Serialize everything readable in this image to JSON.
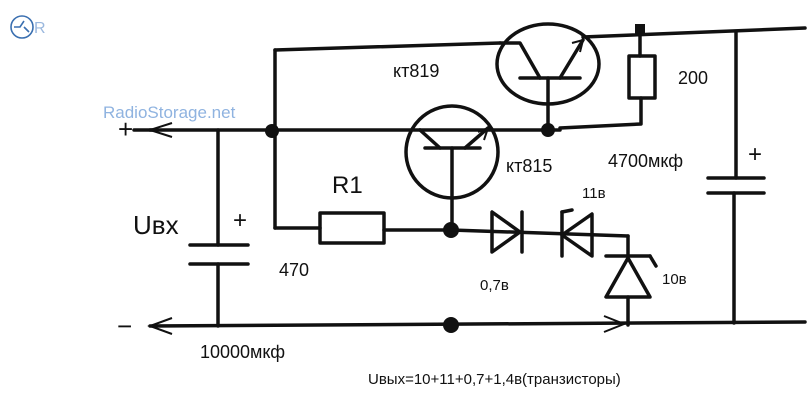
{
  "watermark": {
    "site": "RadioStorage.net",
    "corner": "R"
  },
  "labels": {
    "plus": "+",
    "minus": "−",
    "uin": "Uвх",
    "c_in_value": "10000мкф",
    "c_in_plus": "+",
    "r1_name": "R1",
    "r1_value": "470",
    "q1": "кт819",
    "q2": "кт815",
    "r2_value": "200",
    "c_out_value": "4700мкф",
    "c_out_plus": "+",
    "d1": "0,7в",
    "d2": "11в",
    "d3": "10в",
    "formula": "Uвых=10+11+0,7+1,4в(транзисторы)"
  }
}
